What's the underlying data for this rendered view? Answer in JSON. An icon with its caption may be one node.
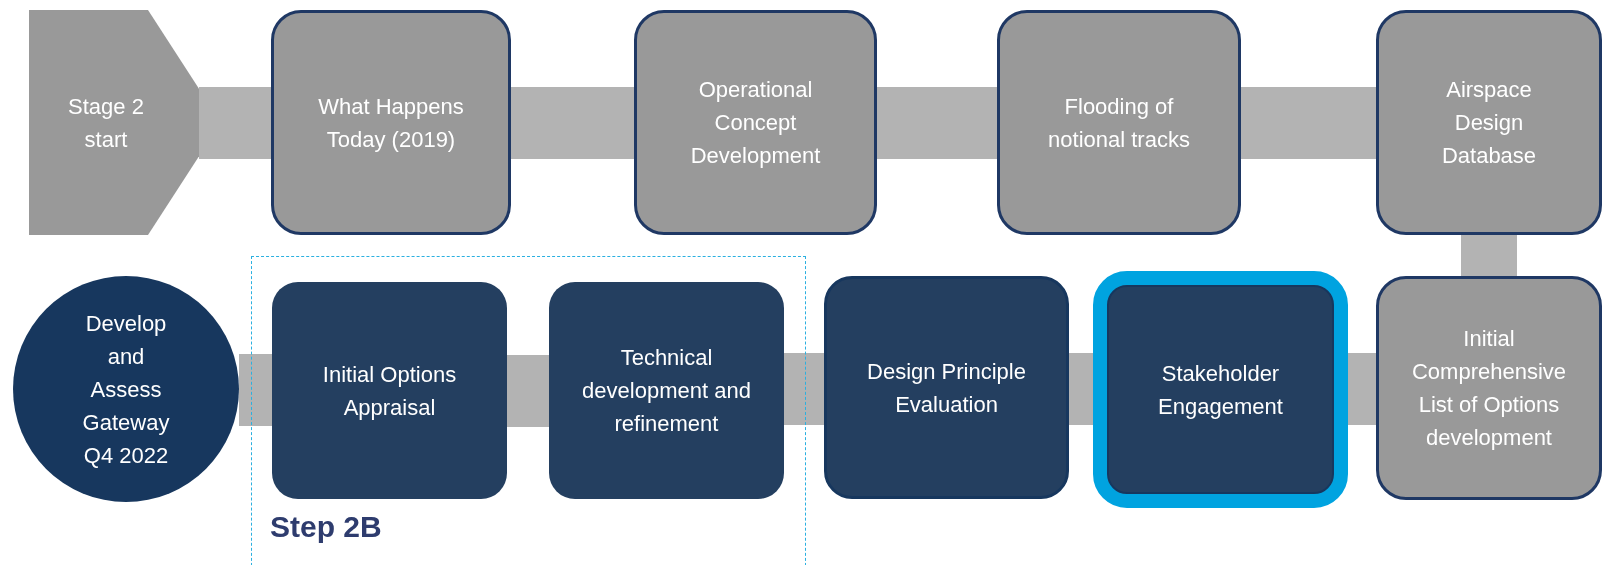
{
  "diagram": {
    "nodes": [
      {
        "text": [
          "Stage 2 start"
        ]
      },
      {
        "text": [
          "What Happens Today (2019)"
        ]
      },
      {
        "text": [
          "Operational Concept Development"
        ]
      },
      {
        "text": [
          "Flooding of notional tracks"
        ]
      },
      {
        "text": [
          "Airspace Design Database"
        ]
      },
      {
        "text": [
          "Develop and Assess Gateway Q4 2022"
        ]
      },
      {
        "text": [
          "Step 2B"
        ]
      },
      {
        "text": [
          "Initial Options Appraisal"
        ],
        "in": 6
      },
      {
        "text": [
          "Technical development and refinement"
        ],
        "in": 6
      },
      {
        "text": [
          "Design Principle Evaluation"
        ]
      },
      {
        "text": [
          "Stakeholder Engagement"
        ]
      },
      {
        "text": [
          "Initial Comprehensive List of Options development"
        ]
      }
    ],
    "edges": [
      {
        "from": 0,
        "to": 1,
        "arrow": "none"
      },
      {
        "from": 1,
        "to": 2,
        "arrow": "none"
      },
      {
        "from": 2,
        "to": 3,
        "arrow": "none"
      },
      {
        "from": 3,
        "to": 4,
        "arrow": "none"
      },
      {
        "from": 4,
        "to": 11,
        "arrow": "none"
      },
      {
        "from": 11,
        "to": 10,
        "arrow": "none"
      },
      {
        "from": 10,
        "to": 9,
        "arrow": "none"
      },
      {
        "from": 9,
        "to": 8,
        "arrow": "none"
      },
      {
        "from": 8,
        "to": 7,
        "arrow": "none"
      },
      {
        "from": 7,
        "to": 5,
        "arrow": "none"
      }
    ]
  }
}
